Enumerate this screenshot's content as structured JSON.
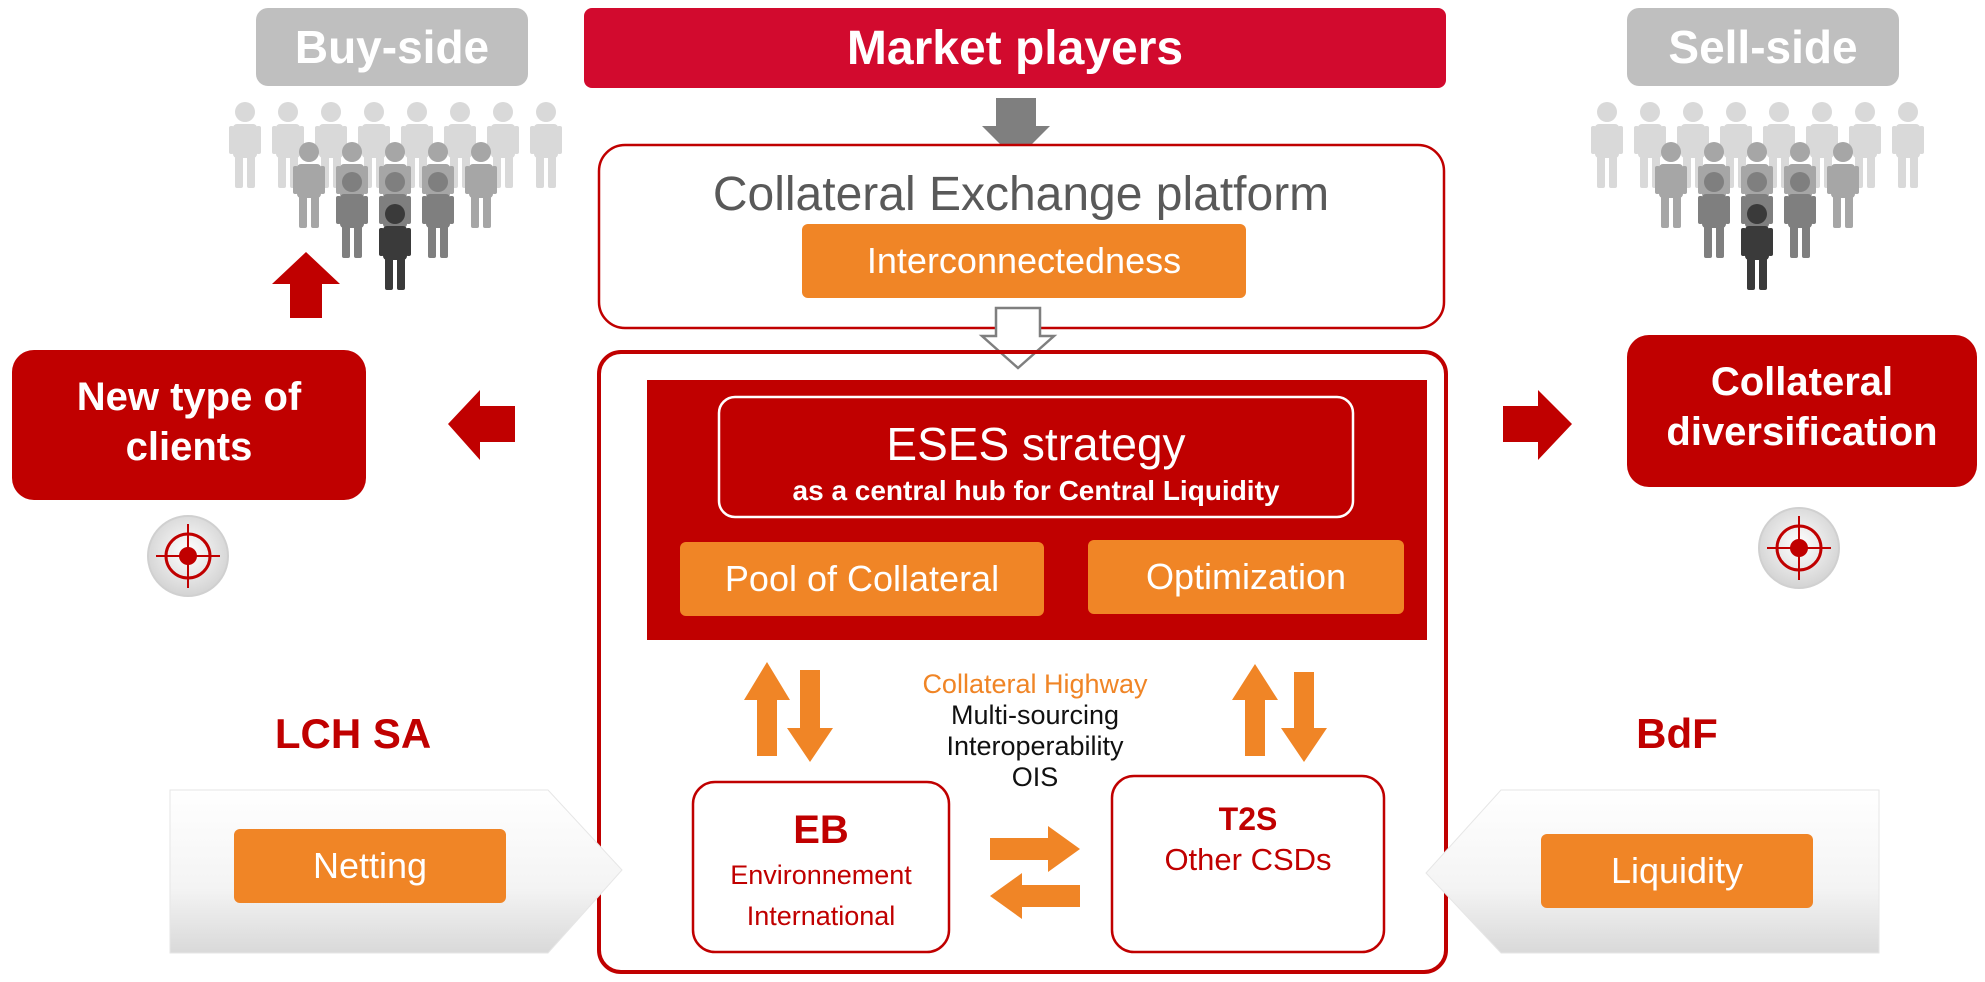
{
  "header": {
    "buy_side": "Buy-side",
    "market_players": "Market players",
    "sell_side": "Sell-side"
  },
  "platform": {
    "title": "Collateral Exchange platform",
    "badge": "Interconnectedness"
  },
  "strategy": {
    "title": "ESES strategy",
    "subtitle": "as a central hub for Central Liquidity",
    "pool": "Pool of Collateral",
    "optimization": "Optimization"
  },
  "highway": {
    "title": "Collateral Highway",
    "lines": [
      "Multi-sourcing",
      "Interoperability",
      "OIS"
    ]
  },
  "eb": {
    "title": "EB",
    "lines": [
      "Environnement",
      "International"
    ]
  },
  "t2s": {
    "title": "T2S",
    "subtitle": "Other CSDs"
  },
  "left": {
    "box_lines": [
      "New type of",
      "clients"
    ],
    "org": "LCH SA",
    "tag": "Netting"
  },
  "right": {
    "box_lines": [
      "Collateral",
      "diversification"
    ],
    "org": "BdF",
    "tag": "Liquidity"
  },
  "colors": {
    "red": "#C00000",
    "crimson": "#D20A2E",
    "orange": "#F08526",
    "grey": "#BFBFBF"
  }
}
